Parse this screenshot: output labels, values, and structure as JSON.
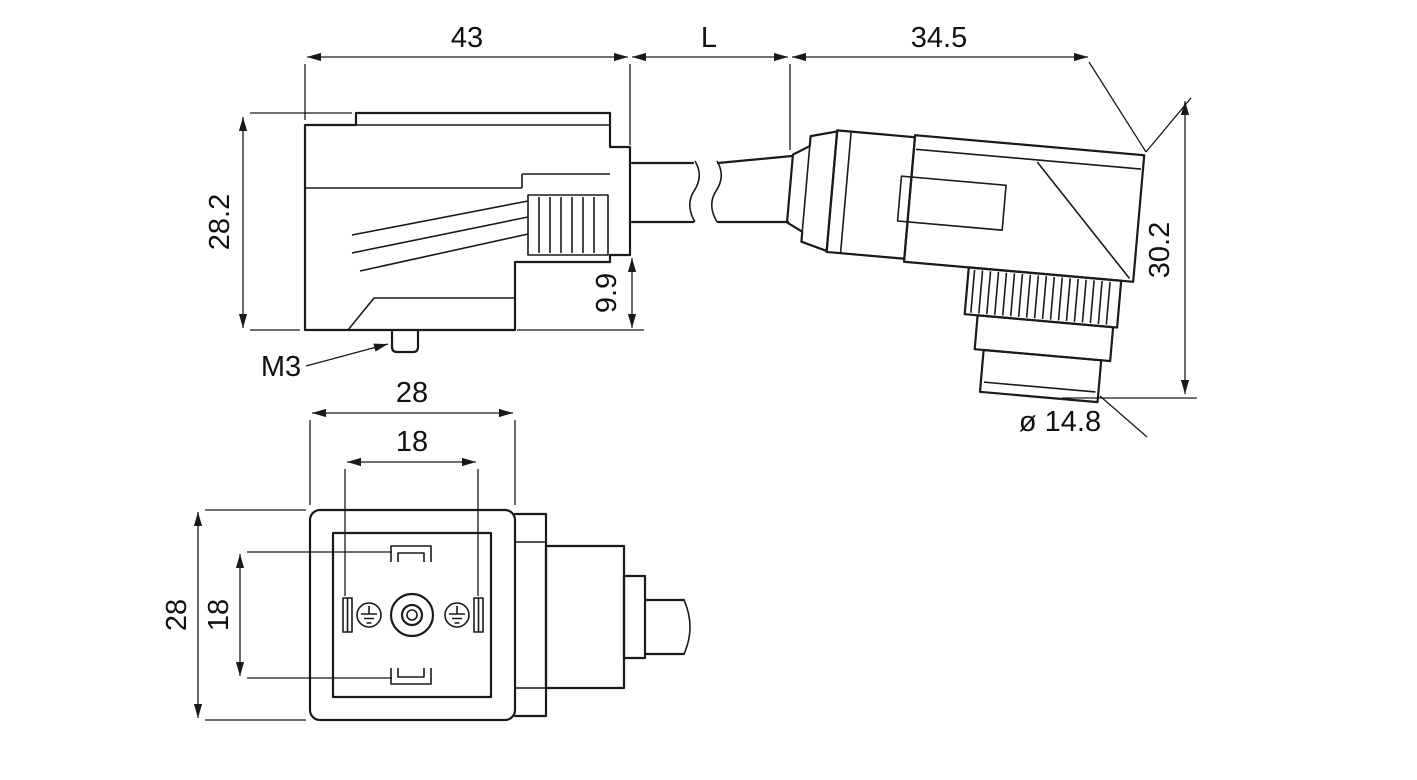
{
  "drawing": {
    "background": "#ffffff",
    "line_color": "#1a1a1a",
    "dims": {
      "body_width": "43",
      "cable_length": "L",
      "connector_length": "34.5",
      "body_height": "28.2",
      "outlet_height": "9.9",
      "thread": "M3",
      "connector_height": "30.2",
      "coupling_diameter": "ø 14.8",
      "face_width": "28",
      "contact_spacing_h": "18",
      "face_height": "28",
      "contact_spacing_v": "18"
    }
  }
}
